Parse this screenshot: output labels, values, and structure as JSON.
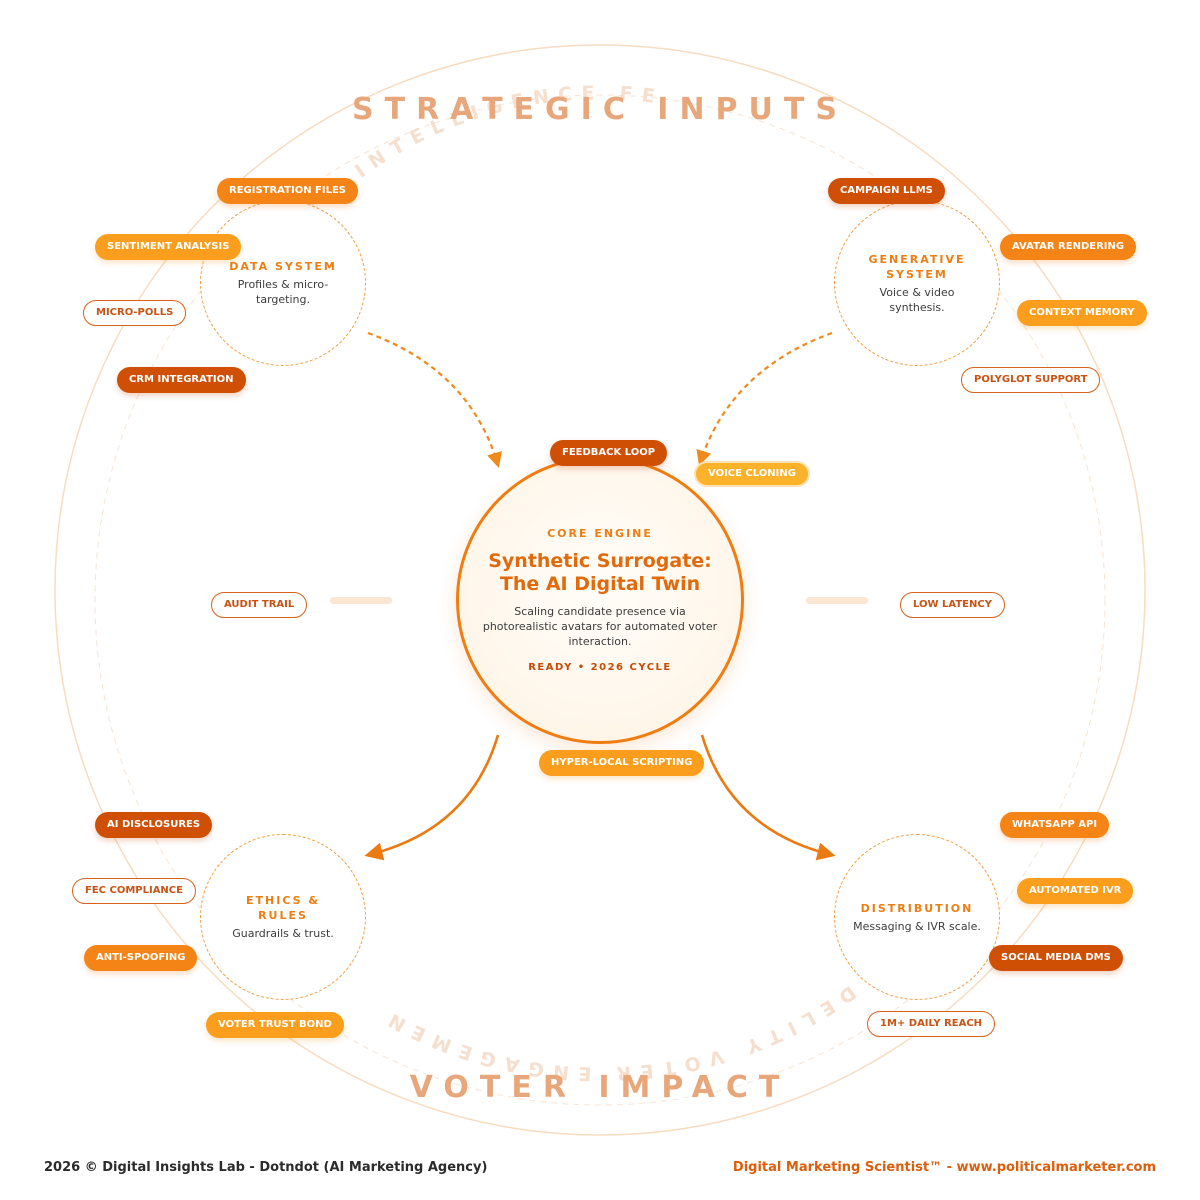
{
  "headings": {
    "top": "STRATEGIC INPUTS",
    "bottom": "VOTER IMPACT"
  },
  "ring_text": {
    "top": "CAMPAIGN INTELLIGENCE FE",
    "bottom": "DELITY VOTER ENGAGEMEN"
  },
  "core": {
    "eyebrow": "CORE ENGINE",
    "title_line1": "Synthetic Surrogate:",
    "title_line2": "The AI Digital Twin",
    "description": "Scaling candidate presence via photorealistic avatars for automated voter interaction.",
    "status": "READY • 2026 CYCLE"
  },
  "nodes": {
    "data": {
      "title": "DATA SYSTEM",
      "description": "Profiles & micro-targeting."
    },
    "generative": {
      "title": "GENERATIVE SYSTEM",
      "description": "Voice & video synthesis."
    },
    "ethics": {
      "title": "ETHICS & RULES",
      "description": "Guardrails & trust."
    },
    "distribution": {
      "title": "DISTRIBUTION",
      "description": "Messaging & IVR scale."
    }
  },
  "tags": {
    "registration_files": "REGISTRATION FILES",
    "sentiment_analysis": "SENTIMENT ANALYSIS",
    "micro_polls": "MICRO-POLLS",
    "crm_integration": "CRM INTEGRATION",
    "campaign_llms": "CAMPAIGN LLMS",
    "avatar_rendering": "AVATAR RENDERING",
    "context_memory": "CONTEXT MEMORY",
    "polyglot_support": "POLYGLOT SUPPORT",
    "feedback_loop": "FEEDBACK LOOP",
    "voice_cloning": "VOICE CLONING",
    "audit_trail": "AUDIT TRAIL",
    "low_latency": "LOW LATENCY",
    "hyper_local_scripting": "HYPER-LOCAL SCRIPTING",
    "ai_disclosures": "AI DISCLOSURES",
    "fec_compliance": "FEC COMPLIANCE",
    "anti_spoofing": "ANTI-SPOOFING",
    "voter_trust_bond": "VOTER TRUST BOND",
    "whatsapp_api": "WHATSAPP API",
    "automated_ivr": "AUTOMATED IVR",
    "social_media_dms": "SOCIAL MEDIA DMS",
    "daily_reach": "1M+ DAILY REACH"
  },
  "footer": {
    "left": "2026 © Digital Insights Lab - Dotndot (AI Marketing Agency)",
    "right": "Digital Marketing Scientist™ - www.politicalmarketer.com"
  },
  "colors": {
    "accent": "#ee7d13",
    "accent_dark": "#cf4f05",
    "heading": "#e8a77a",
    "ring": "#f6d9bb"
  }
}
